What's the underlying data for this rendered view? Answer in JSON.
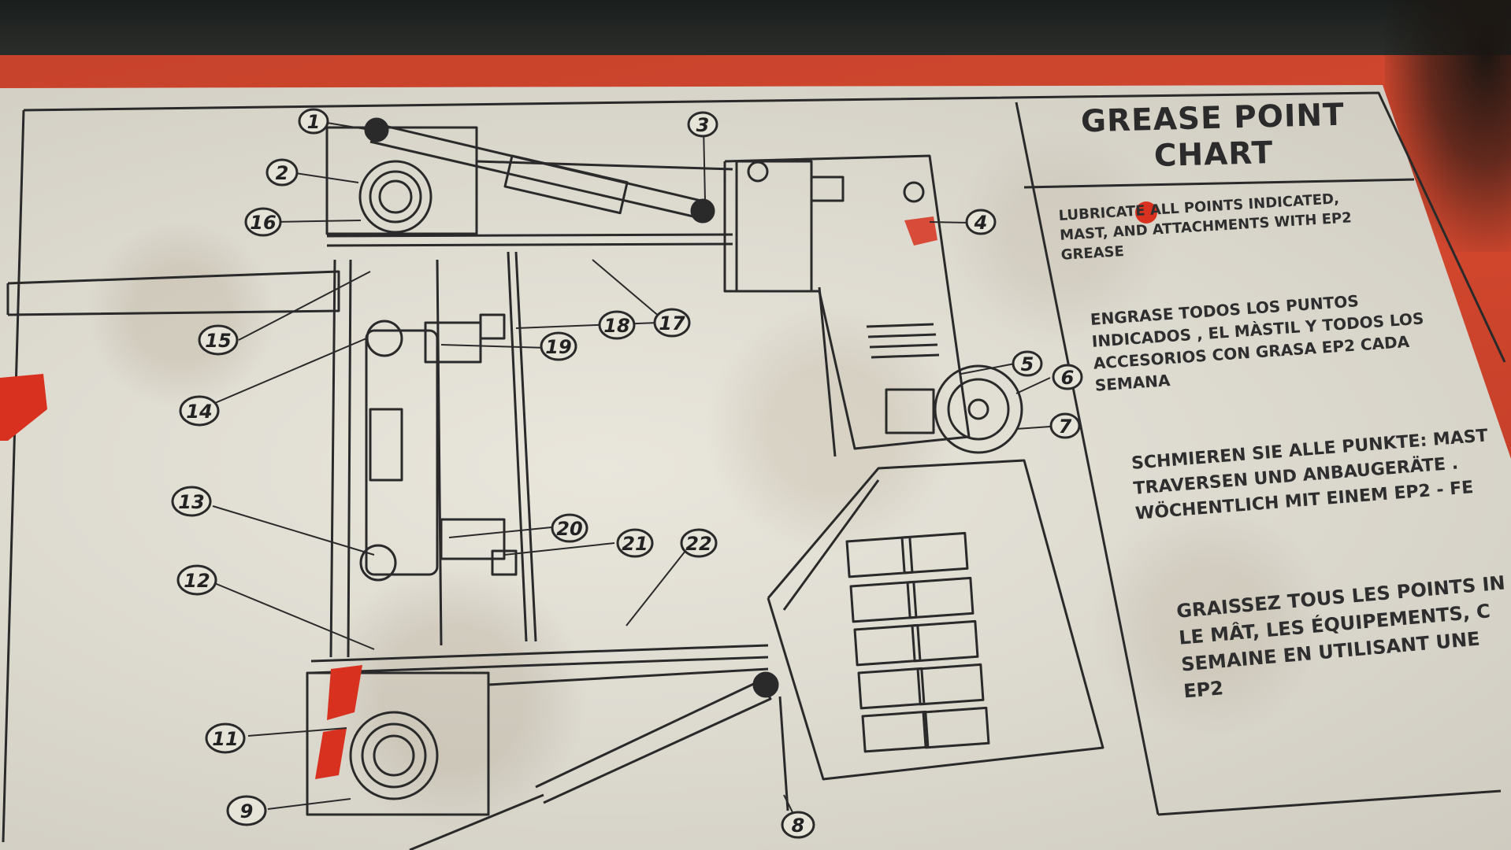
{
  "chart": {
    "title_lines": [
      "GREASE POINT",
      "CHART"
    ],
    "instructions": {
      "english": [
        "LUBRICATE ALL POINTS INDICATED,",
        "MAST, AND ATTACHMENTS WITH EP2",
        "GREASE"
      ],
      "spanish": [
        "ENGRASE TODOS LOS PUNTOS",
        "INDICADOS , EL MÀSTIL Y TODOS LOS",
        "ACCESORIOS CON GRASA EP2 CADA",
        "SEMANA"
      ],
      "german": [
        "SCHMIEREN SIE ALLE PUNKTE: MAST",
        "TRAVERSEN UND ANBAUGERÄTE .",
        "WÖCHENTLICH MIT EINEM EP2 - FE"
      ],
      "french": [
        "GRAISSEZ TOUS LES POINTS IN",
        "LE MâT, LES éQUIPEMENTS, C",
        "SEMAINE EN UTILISANT UNE",
        "EP2"
      ]
    },
    "callouts": [
      "1",
      "2",
      "3",
      "4",
      "5",
      "6",
      "7",
      "8",
      "9",
      "11",
      "12",
      "13",
      "14",
      "15",
      "16",
      "17",
      "18",
      "19",
      "20",
      "21",
      "22"
    ]
  },
  "colors": {
    "frame_red": "#c8442c",
    "plate": "#e4e1d7",
    "ink": "#2b2b2b",
    "paint_red": "#d8311f"
  }
}
